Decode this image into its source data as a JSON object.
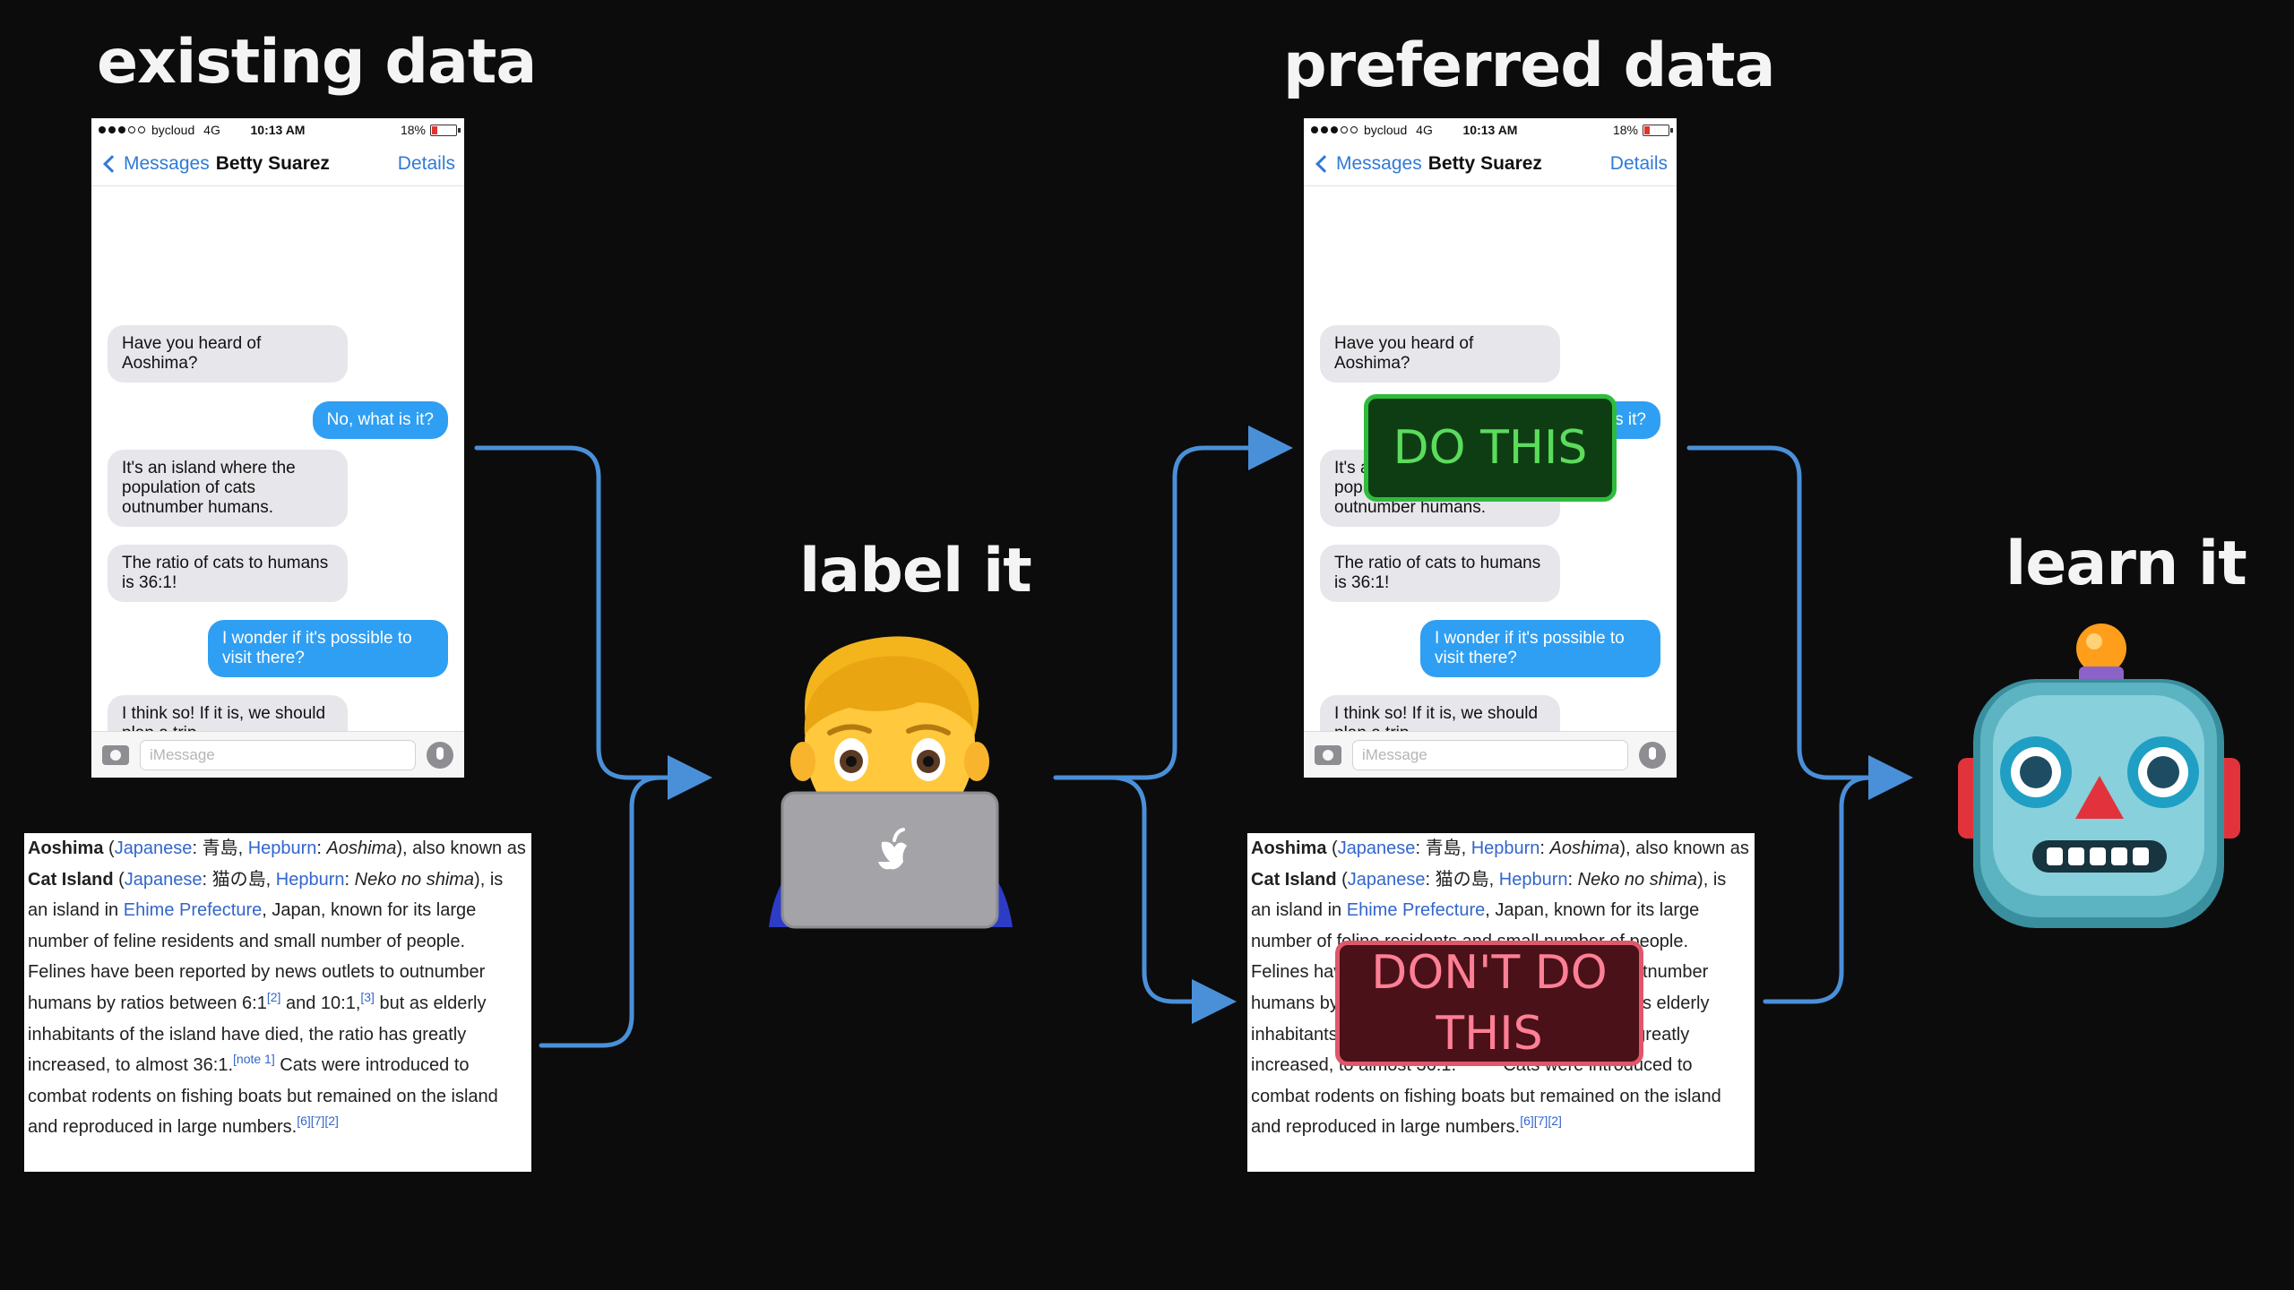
{
  "headings": {
    "existing": "existing data",
    "preferred": "preferred data",
    "label": "label it",
    "learn": "learn it"
  },
  "phone": {
    "carrier": "bycloud",
    "network": "4G",
    "time": "10:13 AM",
    "battery": "18%",
    "back_label": "Messages",
    "contact": "Betty Suarez",
    "details": "Details",
    "input_placeholder": "iMessage",
    "messages": [
      {
        "dir": "in",
        "text": "Have you heard of Aoshima?"
      },
      {
        "dir": "out",
        "text": "No, what is it?"
      },
      {
        "dir": "in",
        "text": "It's an island where the population of cats outnumber humans."
      },
      {
        "dir": "in",
        "text": "The ratio of cats to humans is 36:1!"
      },
      {
        "dir": "out",
        "text": "I wonder if it's possible to visit there?"
      },
      {
        "dir": "in",
        "text": "I think so! If it is, we should plan a trip."
      }
    ]
  },
  "wiki": {
    "title": "Aoshima",
    "japanese": "Japanese",
    "kanji1": "青島",
    "hepburn": "Hepburn",
    "romaji1": "Aoshima",
    "also": "), also known as ",
    "cat_island": "Cat Island",
    "kanji2": "猫の島",
    "romaji2": "Neko no shima",
    "is_island": "), is an island in ",
    "ehime": "Ehime Prefecture",
    "rest1": ", Japan, known for its large number of feline residents and small number of people. Felines have been reported by news outlets to outnumber humans by ratios between 6:1",
    "ref2": "[2]",
    "and": " and 10:1,",
    "ref3": "[3]",
    "rest2": " but as elderly inhabitants of the island have died, the ratio has greatly increased, to almost 36:1.",
    "note1": "[note 1]",
    "rest3": " Cats were introduced to combat rodents on fishing boats but remained on the island and reproduced in large numbers.",
    "refs": "[6][7][2]"
  },
  "stamps": {
    "do": "DO THIS",
    "dont_line1": "DON'T DO",
    "dont_line2": "THIS"
  },
  "colors": {
    "background": "#0c0c0c",
    "arrow": "#4a90d9",
    "imessage_blue": "#2f9ff3",
    "do_green": "#2fbc3d",
    "dont_red": "#e0566a"
  }
}
